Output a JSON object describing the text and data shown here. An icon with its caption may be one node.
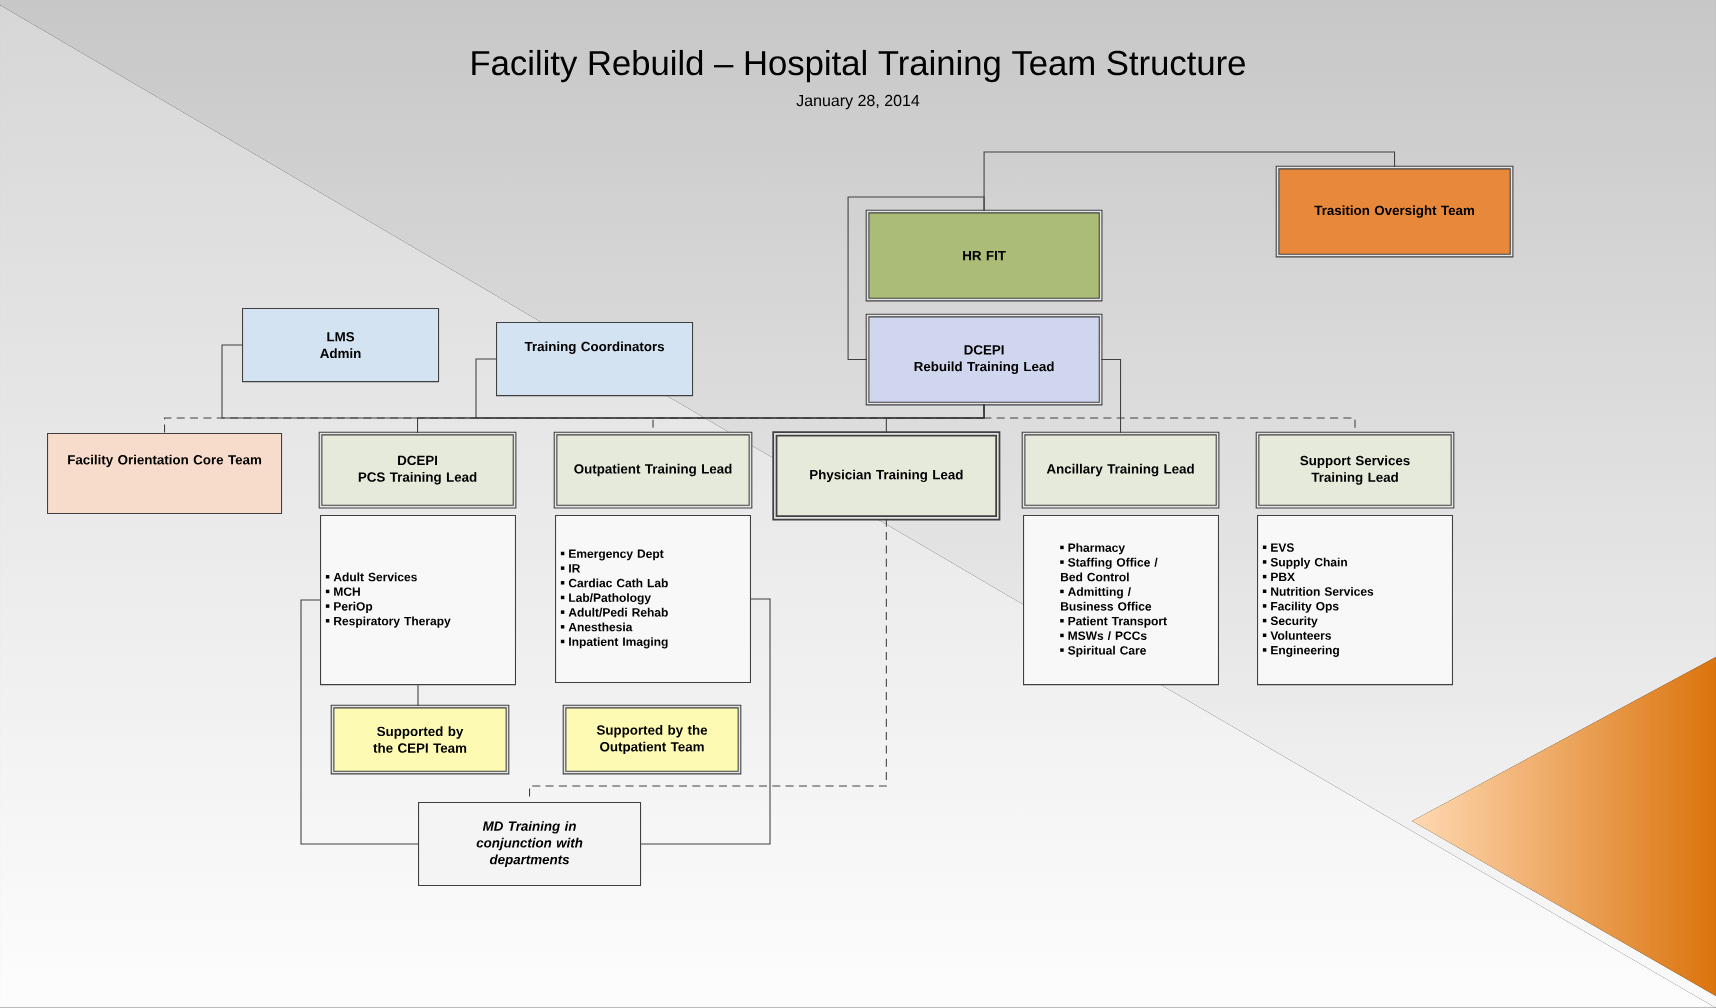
{
  "diagram": {
    "title": "Facility Rebuild – Hospital Training Team Structure",
    "nodes": [
      {
        "text": [
          "Trasition Oversight Team"
        ]
      },
      {
        "text": [
          "HR FIT"
        ]
      },
      {
        "text": [
          "DCEPI",
          "Rebuild Training Lead"
        ]
      },
      {
        "text": [
          "LMS",
          "Admin"
        ]
      },
      {
        "text": [
          "Training Coordinators"
        ]
      },
      {
        "text": [
          "Facility Orientation Core Team"
        ]
      },
      {
        "text": [
          "DCEPI",
          "PCS Training Lead"
        ]
      },
      {
        "text": [
          "Outpatient Training Lead"
        ]
      },
      {
        "text": [
          "Physician Training Lead"
        ]
      },
      {
        "text": [
          "Ancillary Training Lead"
        ]
      },
      {
        "text": [
          "Support Services Training Lead"
        ]
      },
      {
        "text": [
          "Adult Services",
          "MCH",
          "PeriOp",
          "Respiratory Therapy"
        ]
      },
      {
        "text": [
          "Emergency Dept",
          "IR",
          "Cardiac Cath Lab",
          "Lab/Pathology",
          "Adult/Pedi Rehab",
          "Anesthesia",
          "Inpatient Imaging"
        ]
      },
      {
        "text": [
          "Pharmacy",
          "Staffing Office / Bed Control",
          "Admitting / Business Office",
          "Patient Transport",
          "MSWs / PCCs",
          "Spiritual Care"
        ]
      },
      {
        "text": [
          "EVS",
          "Supply Chain",
          "PBX",
          "Nutrition Services",
          "Facility Ops",
          "Security",
          "Volunteers",
          "Engineering"
        ]
      },
      {
        "text": [
          "Supported by the CEPI Team"
        ]
      },
      {
        "text": [
          "Supported by the Outpatient Team"
        ]
      },
      {
        "text": [
          "MD Training in conjunction with departments"
        ]
      }
    ],
    "edges": [
      {
        "from": 1,
        "to": 0,
        "arrow": "none"
      },
      {
        "from": 1,
        "to": 2,
        "arrow": "none"
      },
      {
        "from": 3,
        "to": 2,
        "arrow": "none"
      },
      {
        "from": 4,
        "to": 2,
        "arrow": "none"
      },
      {
        "from": 2,
        "to": 5,
        "arrow": "none",
        "style": "dashed"
      },
      {
        "from": 2,
        "to": 6,
        "arrow": "none"
      },
      {
        "from": 2,
        "to": 7,
        "arrow": "none",
        "style": "dashed"
      },
      {
        "from": 2,
        "to": 8,
        "arrow": "none"
      },
      {
        "from": 2,
        "to": 9,
        "arrow": "none"
      },
      {
        "from": 2,
        "to": 10,
        "arrow": "none",
        "style": "dashed"
      },
      {
        "from": 11,
        "to": 15,
        "arrow": "none"
      },
      {
        "from": 11,
        "to": 17,
        "arrow": "none"
      },
      {
        "from": 12,
        "to": 17,
        "arrow": "none"
      },
      {
        "from": 8,
        "to": 17,
        "arrow": "none",
        "style": "dashed"
      }
    ],
    "labels": [
      "January 28, 2014"
    ]
  }
}
